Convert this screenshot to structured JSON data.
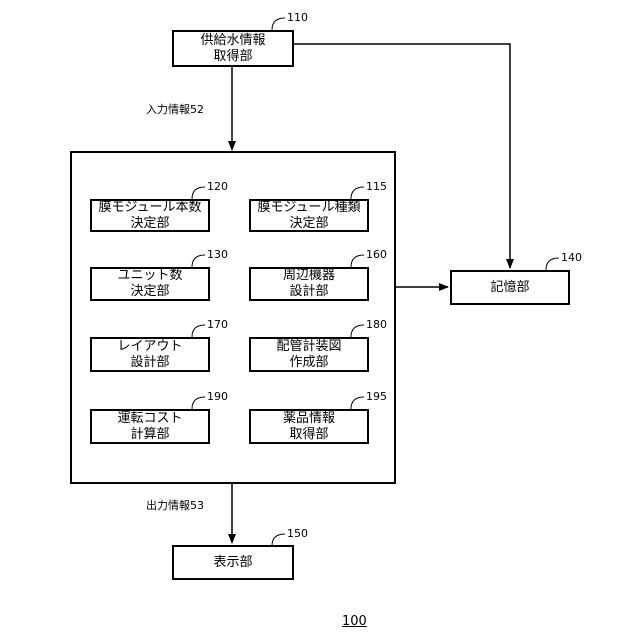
{
  "figure_number": "100",
  "blocks": {
    "supply_water": {
      "line1": "供給水情報",
      "line2": "取得部",
      "ref": "110"
    },
    "main_device": {
      "ref": "100"
    },
    "membrane_count": {
      "line1": "膜モジュール本数",
      "line2": "決定部",
      "ref": "120"
    },
    "membrane_type": {
      "line1": "膜モジュール種類",
      "line2": "決定部",
      "ref": "115"
    },
    "unit_count": {
      "line1": "ユニット数",
      "line2": "決定部",
      "ref": "130"
    },
    "peripheral": {
      "line1": "周辺機器",
      "line2": "設計部",
      "ref": "160"
    },
    "layout": {
      "line1": "レイアウト",
      "line2": "設計部",
      "ref": "170"
    },
    "piping": {
      "line1": "配管計装図",
      "line2": "作成部",
      "ref": "180"
    },
    "running_cost": {
      "line1": "運転コスト",
      "line2": "計算部",
      "ref": "190"
    },
    "chemical": {
      "line1": "薬品情報",
      "line2": "取得部",
      "ref": "195"
    },
    "storage": {
      "line1": "記憶部",
      "ref": "140"
    },
    "display": {
      "line1": "表示部",
      "ref": "150"
    }
  },
  "labels": {
    "input_info": "入力情報52",
    "output_info": "出力情報53"
  }
}
